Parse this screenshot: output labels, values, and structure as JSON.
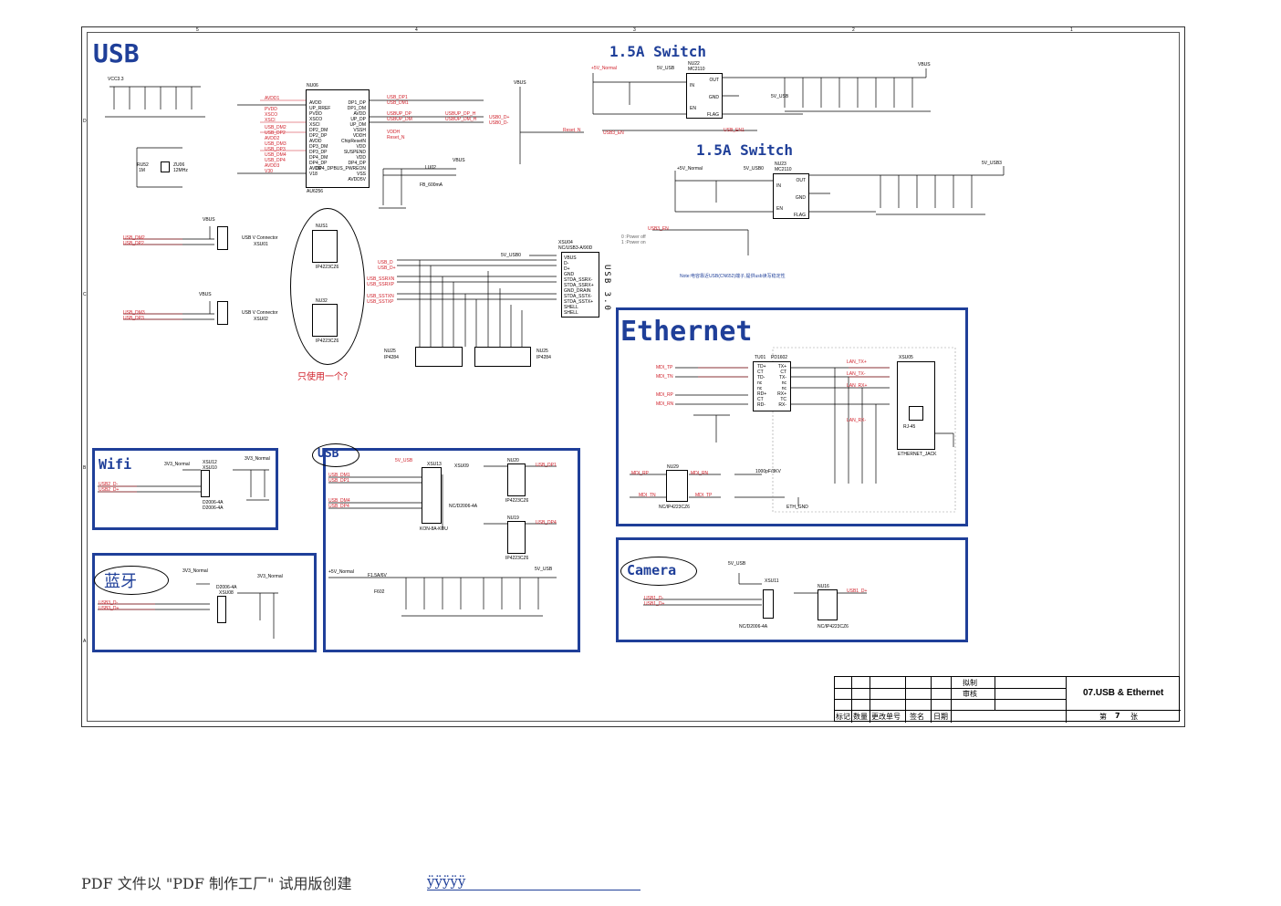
{
  "sheet": {
    "frame_numbers_top": [
      "5",
      "4",
      "3",
      "2",
      "1"
    ],
    "frame_letters_side": [
      "D",
      "C",
      "B",
      "A"
    ]
  },
  "sections": {
    "usb_title": "USB",
    "switch1_title": "1.5A Switch",
    "switch2_title": "1.5A Switch",
    "ethernet_title": "Ethernet",
    "wifi_title": "Wifi",
    "bluetooth_title": "蓝牙",
    "usb_box_title": "USB",
    "camera_title": "Camera"
  },
  "labels": {
    "vcc33": "VCC3.3",
    "hub_ref": "NU06",
    "hub_part": "AU6256",
    "hub_left_pins": [
      "AVDD",
      "UP_RREF",
      "PVDD",
      "XSCO",
      "XSCI",
      "DP2_DM",
      "DP2_DP",
      "AVDD",
      "DP3_DM",
      "DP3_DP",
      "DP4_DM",
      "DP4_DP",
      "AVDD",
      "V18"
    ],
    "hub_right_pins": [
      "DP1_DP",
      "DP1_DM",
      "AVDD",
      "UP_DP",
      "UP_DM",
      "VSSH",
      "VDDH",
      "ChipResetN",
      "VDD",
      "SUSPEND",
      "VDD",
      "DP4_DP",
      "DP4_DPBUS_PWREON",
      "VSS",
      "AVDD5V"
    ],
    "hub_left_nets": [
      "AVDD1",
      "AVDD2",
      "PVDD",
      "XSCO",
      "XSCI",
      "USB_DM2",
      "USB_DP2",
      "AVDD2",
      "USB_DM3",
      "USB_DP3",
      "USB_DM4",
      "USB_DP4",
      "AVDD3",
      "V30"
    ],
    "hub_right_nets": [
      "USB_DP1",
      "USB_DM1",
      "AVDD",
      "USBUP_DP",
      "USBUP_DM",
      "",
      "VDDH",
      "Reset_N",
      "VDD",
      "",
      "VDD",
      "",
      "",
      "",
      ""
    ],
    "crystal": "12MHz",
    "crystal_ref": "ZU06",
    "ru52": "RU52",
    "ru52_val": "1M",
    "vbus": "VBUS",
    "reset_n": "Reset_N",
    "usbup_dp_h": "USBUP_DP_H",
    "usbup_dm_h": "USBUP_DM_H",
    "usb0_dp": "USB0_D+",
    "usb0_dm": "USB0_D-",
    "fb": "FB_600mA",
    "lu02": "LU02",
    "usb_v_connector": "USB V Connector",
    "xsu01": "XSU01",
    "xsu02": "XSU02",
    "nus1": "NUS1",
    "nu32": "NU32",
    "ip4223": "IP4223CZ6",
    "only_one": "只使用一个？",
    "usb3_ref": "XSU04",
    "usb3_part": "NC/USB3-A/90D",
    "usb3_pins": [
      "VBUS",
      "D-",
      "D+",
      "GND",
      "STDA_SSRX-",
      "STDA_SSRX+",
      "GND_DRAIN",
      "STDA_SSTX-",
      "STDA_SSTX+",
      "SHELL",
      "SHELL"
    ],
    "usb3_vertical": "USB 3.0",
    "usb3_nets": [
      "USB_D",
      "USB_D+",
      "USB_SSRXN",
      "USB_SSRXP",
      "USB_SSTXN",
      "USB_SSTXP"
    ],
    "nu25": "NU25",
    "ip4284": "IP4284",
    "switch_ref1": "NU22",
    "switch_part": "MC2110",
    "switch_pins": [
      "IN",
      "GND",
      "EN",
      "OUT",
      "FLAG"
    ],
    "v5_normal": "+5V_Normal",
    "v5_usb": "5V_USB",
    "v5_usb0": "5V_USB0",
    "v5_usb3": "5V_USB3",
    "usb3_en": "USB3_EN",
    "usb_en1": "USB_EN1",
    "switch_ref2": "NU23",
    "power_off": "0 :Power off",
    "power_on": "1 :Power on",
    "note": "Note:电容靠近USB(CN652)端子,提供usb读写稳定性",
    "eth_tu": "TU01",
    "eth_tu_part": "PD1602",
    "eth_left_pins": [
      "TD+",
      "CT",
      "TD-",
      "nc",
      "nc",
      "RD+",
      "CT",
      "RD-"
    ],
    "eth_right_pins": [
      "TX+",
      "CT",
      "TX-",
      "nc",
      "nc",
      "RX+",
      "TC",
      "RX-"
    ],
    "mdi_nets": [
      "MDI_TP",
      "MDI_TN",
      "MDI_RP",
      "MDI_RN"
    ],
    "lan_nets": [
      "LAN_TX+",
      "LAN_TX-",
      "LAN_RX+",
      "LAN_RX-"
    ],
    "rj45_ref": "XSU05",
    "rj45": "RJ-45",
    "eth_jack": "ETHERNET_JACK",
    "eth_gnd": "ETH_GND",
    "nu29": "NU29",
    "nc_ip4223": "NC/IP4223CZ6",
    "cap_1000pf": "1000pF/3KV",
    "v3v3_normal": "3V3_Normal",
    "xsu12": "XSU12",
    "xsu10": "XSU10",
    "d2006": "D2006-4A",
    "usb2_dm": "USB2_D-",
    "usb2_dp": "USB2_D+",
    "usb3_dm": "USB3_D-",
    "usb3_dp": "USB3_D+",
    "xsu08": "XSU08",
    "xsu13": "XSU13",
    "xsu09": "XSU09",
    "kon": "KON-8A-KDU",
    "nc_d2006": "NC/D2006-4A",
    "nu20": "NU20",
    "nu19": "NU19",
    "fuse": "F1.5A/6V",
    "f602": "F602",
    "xsu11": "XSU11",
    "nu16": "NU16",
    "usb1_dm": "USB1_D-",
    "usb1_dp": "USB1_D+"
  },
  "title_block": {
    "drawn": "拟制",
    "checked": "审核",
    "title": "07.USB & Ethernet",
    "col_headers": [
      "标记",
      "数量",
      "更改单号",
      "签名",
      "日期"
    ],
    "sheet_label_1": "第",
    "sheet_num": "7",
    "sheet_label_2": "张"
  },
  "footer": {
    "text": "PDF 文件以 \"PDF 制作工厂\" 试用版创建",
    "link": "ÿÿÿÿÿ"
  },
  "colors": {
    "blue": "#1f3f99",
    "red": "#d0202a"
  }
}
